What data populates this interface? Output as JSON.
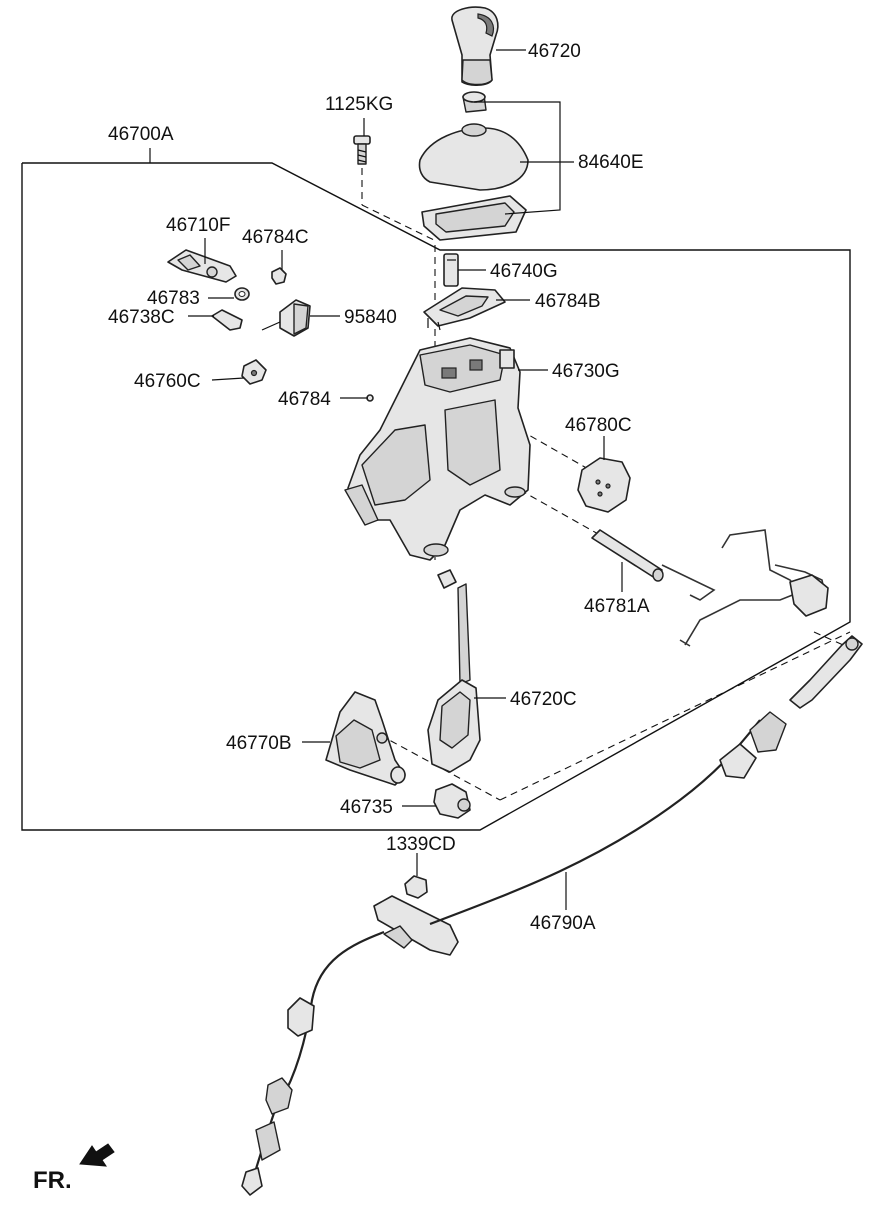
{
  "labels": {
    "p46720": "46720",
    "p1125KG": "1125KG",
    "p84640E": "84640E",
    "p46700A": "46700A",
    "p46710F": "46710F",
    "p46784C": "46784C",
    "p46740G": "46740G",
    "p46783": "46783",
    "p46784B": "46784B",
    "p46738C": "46738C",
    "p95840": "95840",
    "p46730G": "46730G",
    "p46760C": "46760C",
    "p46784": "46784",
    "p46780C": "46780C",
    "p46781A": "46781A",
    "p46720C": "46720C",
    "p46770B": "46770B",
    "p46735": "46735",
    "p1339CD": "1339CD",
    "p46790A": "46790A",
    "fr": "FR."
  }
}
